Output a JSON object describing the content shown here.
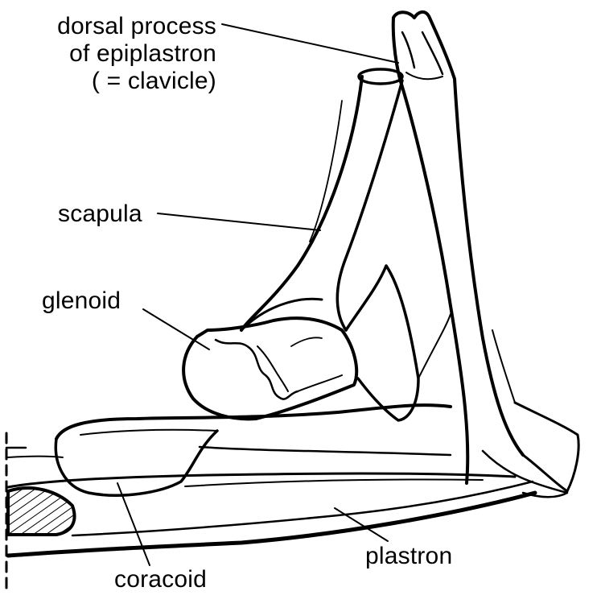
{
  "labels": {
    "dorsal_process": [
      "dorsal process",
      "of epiplastron",
      "( = clavicle)"
    ],
    "scapula": "scapula",
    "glenoid": "glenoid",
    "plastron": "plastron",
    "coracoid": "coracoid"
  },
  "colors": {
    "ink": "#000000",
    "paper": "#ffffff"
  }
}
